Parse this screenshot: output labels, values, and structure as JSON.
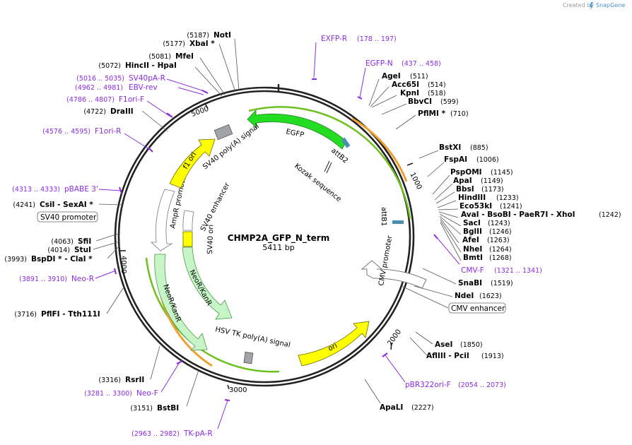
{
  "credit": {
    "text": "Created by",
    "brand": "SnapGene"
  },
  "plasmid": {
    "name": "CHMP2A_GFP_N_term",
    "size_label": "5411 bp"
  },
  "tick_labels": [
    "1000",
    "2000",
    "3000",
    "4000",
    "5000"
  ],
  "enzymes_right": [
    {
      "name": "AgeI",
      "pos": "(511)"
    },
    {
      "name": "Acc65I",
      "pos": "(514)"
    },
    {
      "name": "KpnI",
      "pos": "(518)"
    },
    {
      "name": "BbvCI",
      "pos": "(599)"
    },
    {
      "name": "PflMI *",
      "pos": "(710)"
    },
    {
      "name": "BstXI",
      "pos": "(885)"
    },
    {
      "name": "FspAI",
      "pos": "(1006)"
    },
    {
      "name": "PspOMI",
      "pos": "(1145)"
    },
    {
      "name": "ApaI",
      "pos": "(1149)"
    },
    {
      "name": "BbsI",
      "pos": "(1173)"
    },
    {
      "name": "HindIII",
      "pos": "(1233)"
    },
    {
      "name": "Eco53kI",
      "pos": "(1241)"
    },
    {
      "name": "AvaI - BsoBI - PaeR7I - XhoI",
      "pos": "(1242)"
    },
    {
      "name": "SacI",
      "pos": "(1243)"
    },
    {
      "name": "BglII",
      "pos": "(1246)"
    },
    {
      "name": "AfeI",
      "pos": "(1263)"
    },
    {
      "name": "NheI",
      "pos": "(1264)"
    },
    {
      "name": "BmtI",
      "pos": "(1268)"
    },
    {
      "name": "SnaBI",
      "pos": "(1519)"
    },
    {
      "name": "NdeI",
      "pos": "(1623)"
    },
    {
      "name": "AseI",
      "pos": "(1850)"
    },
    {
      "name": "AflIII - PciI",
      "pos": "(1913)"
    },
    {
      "name": "ApaLI",
      "pos": "(2227)"
    }
  ],
  "enzymes_left": [
    {
      "name": "NotI",
      "pos": "(5187)"
    },
    {
      "name": "XbaI *",
      "pos": "(5177)"
    },
    {
      "name": "MfeI",
      "pos": "(5081)"
    },
    {
      "name": "HincII - HpaI",
      "pos": "(5072)"
    },
    {
      "name": "DraIII",
      "pos": "(4722)"
    },
    {
      "name": "CsiI - SexAI *",
      "pos": "(4241)"
    },
    {
      "name": "SfiI",
      "pos": "(4063)"
    },
    {
      "name": "StuI",
      "pos": "(4014)"
    },
    {
      "name": "BspDI * - ClaI *",
      "pos": "(3993)"
    },
    {
      "name": "PflFI - Tth111I",
      "pos": "(3716)"
    },
    {
      "name": "RsrII",
      "pos": "(3316)"
    },
    {
      "name": "BstBI",
      "pos": "(3151)"
    }
  ],
  "primers": [
    {
      "name": "EXFP-R",
      "range": "(178 .. 197)"
    },
    {
      "name": "EGFP-N",
      "range": "(437 .. 458)"
    },
    {
      "name": "SV40pA-R",
      "range": "(5016 .. 5035)"
    },
    {
      "name": "EBV-rev",
      "range": "(4962 .. 4981)"
    },
    {
      "name": "F1ori-F",
      "range": "(4786 .. 4807)"
    },
    {
      "name": "F1ori-R",
      "range": "(4576 .. 4595)"
    },
    {
      "name": "pBABE 3'",
      "range": "(4313 .. 4333)"
    },
    {
      "name": "Neo-R",
      "range": "(3891 .. 3910)"
    },
    {
      "name": "Neo-F",
      "range": "(3281 .. 3300)"
    },
    {
      "name": "TK-pA-R",
      "range": "(2963 .. 2982)"
    },
    {
      "name": "CMV-F",
      "range": "(1321 .. 1341)"
    },
    {
      "name": "pBR322ori-F",
      "range": "(2054 .. 2073)"
    }
  ],
  "boxed_features": {
    "sv40_promoter": "SV40 promoter",
    "cmv_enhancer": "CMV enhancer"
  },
  "inner_features": {
    "egfp": "EGFP",
    "attb2": "attB2",
    "kozak": "Kozak sequence",
    "attb1": "attB1",
    "cmv_promoter": "CMV promoter",
    "ori": "ori",
    "hsv_tk": "HSV TK poly(A) signal",
    "neor_outer": "NeoR/KanR",
    "neor_inner": "NeoR/KanR",
    "ampr_promoter": "AmpR promoter",
    "f1_ori": "f1 ori",
    "sv40_polya": "SV40 poly(A) signal",
    "sv40_enhancer": "SV40 enhancer",
    "sv40_ori": "SV40 ori"
  },
  "colors": {
    "primer": "#8a2be2",
    "egfp": "#22dd22",
    "f1ori": "#ffff00",
    "neor": "#c8f5c8",
    "ori": "#ffff00",
    "orf_orange": "#f0a030",
    "orf_green": "#6cc020",
    "gray": "#a0a4a8",
    "attb": "#4a90b0"
  }
}
